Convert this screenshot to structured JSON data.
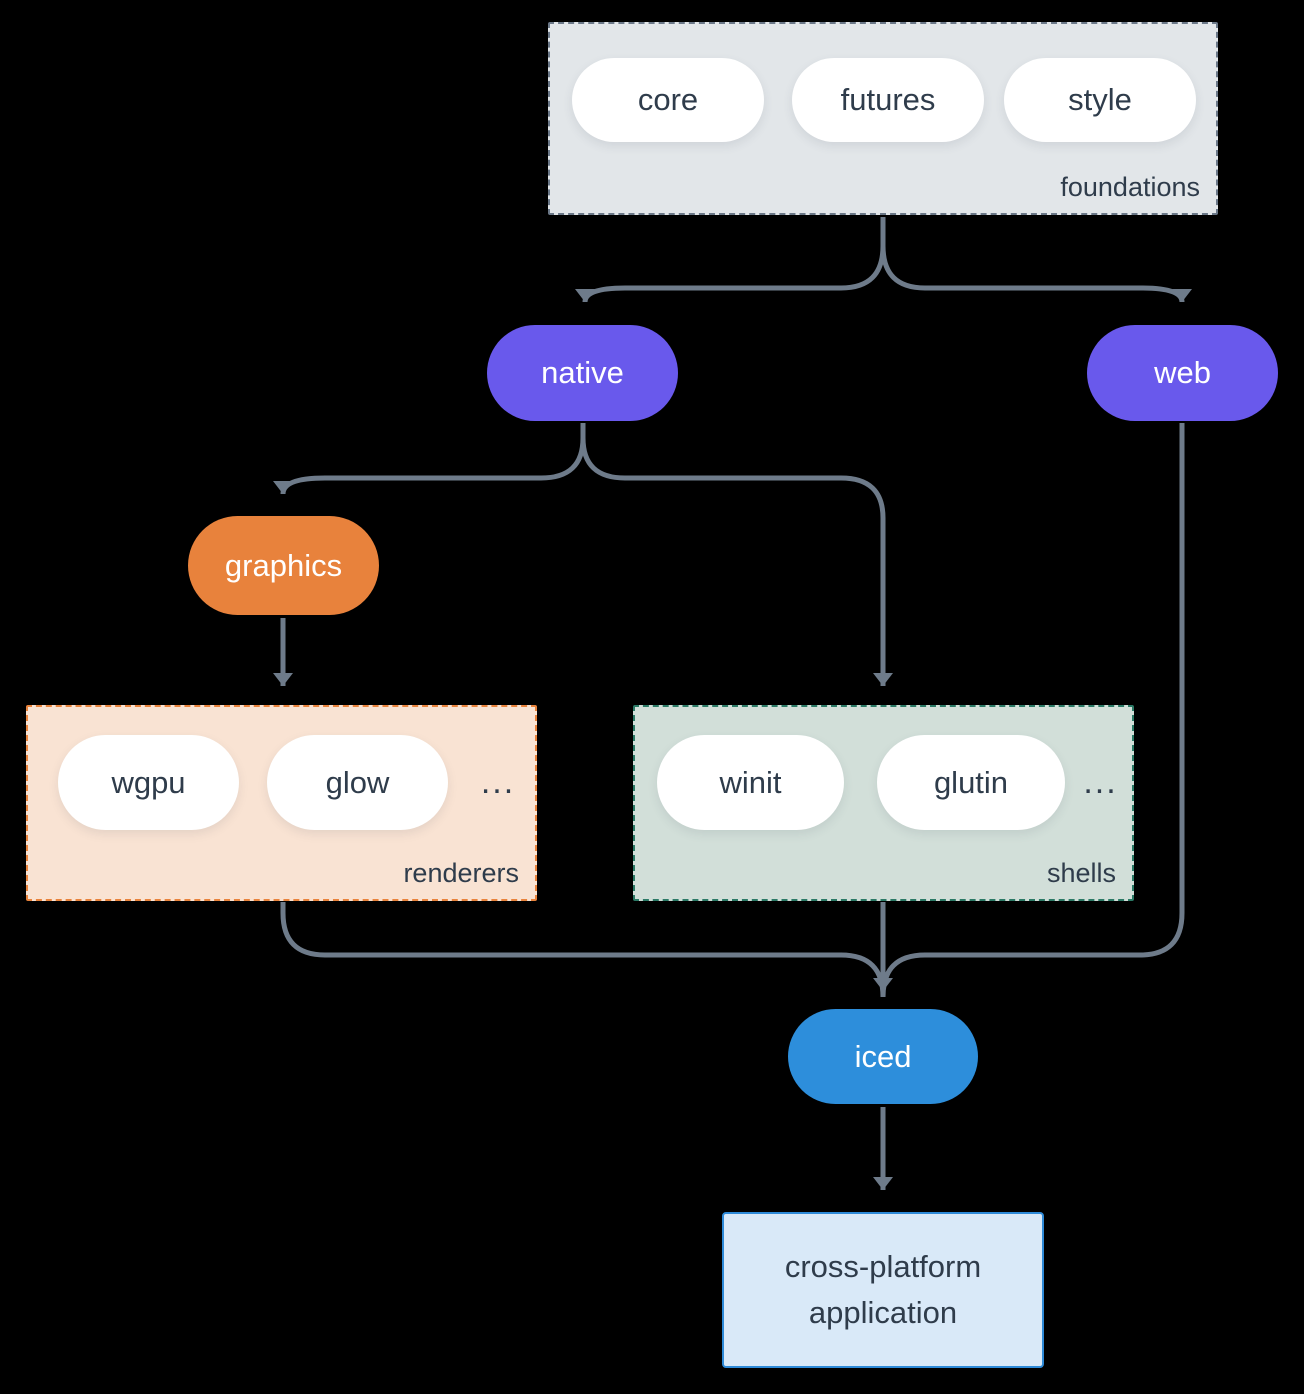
{
  "colors": {
    "bg": "#000000",
    "arrow": "#6e7b8a",
    "ink": "#2f3c4b",
    "pill_white": "#ffffff",
    "purple": "#6959ec",
    "orange": "#e8823c",
    "blue": "#2d8edb",
    "foundations_fill": "#e2e6e9",
    "foundations_border": "#6b7888",
    "renderers_fill": "#f9e3d3",
    "renderers_border": "#e8833c",
    "shells_fill": "#d2dfd9",
    "shells_border": "#2b7a66",
    "app_fill": "#d9e9f8",
    "app_border": "#2e8ad8"
  },
  "foundations": {
    "label": "foundations",
    "pills": [
      "core",
      "futures",
      "style"
    ]
  },
  "nodes": {
    "native": "native",
    "web": "web",
    "graphics": "graphics",
    "iced": "iced"
  },
  "renderers": {
    "label": "renderers",
    "pills": [
      "wgpu",
      "glow"
    ],
    "ellipsis": "..."
  },
  "shells": {
    "label": "shells",
    "pills": [
      "winit",
      "glutin"
    ],
    "ellipsis": "..."
  },
  "application": {
    "label": "cross-platform application"
  }
}
